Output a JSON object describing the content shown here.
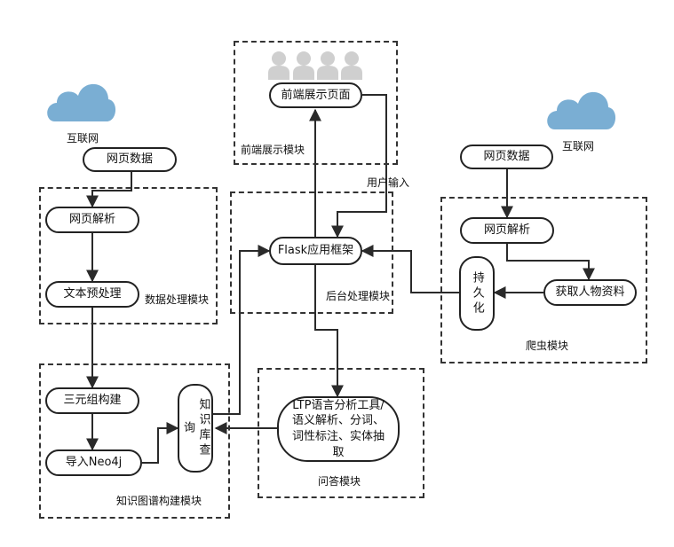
{
  "internet_left": "互联网",
  "internet_right": "互联网",
  "nodes": {
    "webdata_left": "网页数据",
    "parse_left": "网页解析",
    "preprocess": "文本预处理",
    "triple": "三元组构建",
    "neo4j": "导入Neo4j",
    "kb_query": "知识库查询",
    "frontend_page": "前端展示页面",
    "flask": "Flask应用框架",
    "ltp": "LTP语言分析工具/语义解析、分词、词性标注、实体抽取",
    "webdata_right": "网页数据",
    "parse_right": "网页解析",
    "persist": "持久化",
    "fetch_person": "获取人物资料"
  },
  "modules": {
    "data_processing": "数据处理模块",
    "kg_build": "知识图谱构建模块",
    "frontend": "前端展示模块",
    "backend": "后台处理模块",
    "qa": "问答模块",
    "crawler": "爬虫模块"
  },
  "edge_labels": {
    "user_input": "用户输入"
  },
  "colors": {
    "cloud": "#7aaed3",
    "user": "#cfcfcf",
    "line": "#2a2a2a"
  },
  "icons": [
    "cloud-icon",
    "user-icon"
  ]
}
